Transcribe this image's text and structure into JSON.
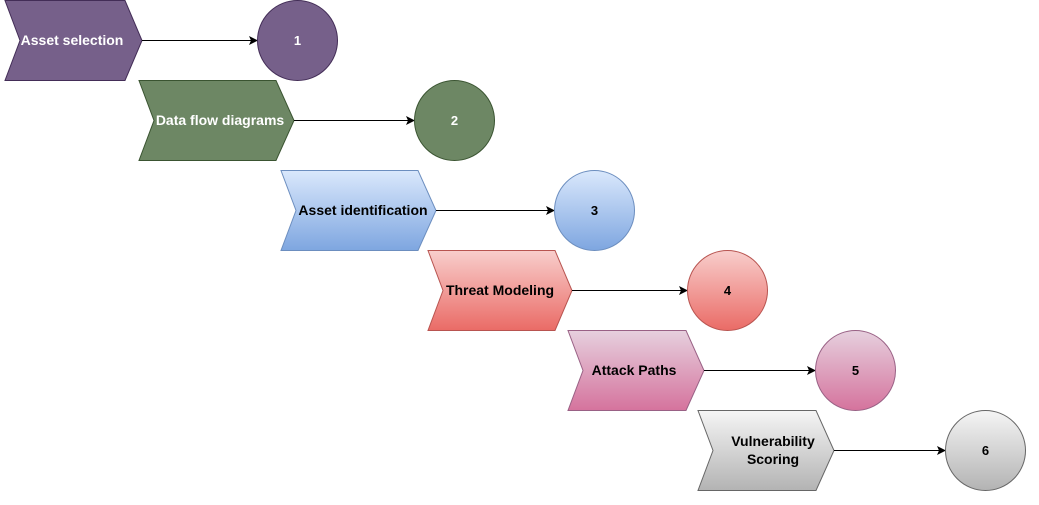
{
  "steps": [
    {
      "label": "Asset selection",
      "number": "1",
      "fill": "#76608a",
      "fill_top": "#76608a",
      "stroke": "#432d57",
      "text_color": "#ffffff"
    },
    {
      "label": "Data flow diagrams",
      "number": "2",
      "fill": "#6d8764",
      "fill_top": "#6d8764",
      "stroke": "#3a5431",
      "text_color": "#ffffff"
    },
    {
      "label": "Asset identification",
      "number": "3",
      "fill": "#7ea6e0",
      "fill_top": "#dae8fc",
      "stroke": "#6c8ebf",
      "text_color": "#000000"
    },
    {
      "label": "Threat Modeling",
      "number": "4",
      "fill": "#ea6b66",
      "fill_top": "#f8cecc",
      "stroke": "#b85450",
      "text_color": "#000000"
    },
    {
      "label": "Attack Paths",
      "number": "5",
      "fill": "#d5739d",
      "fill_top": "#e6d0de",
      "stroke": "#996185",
      "text_color": "#000000"
    },
    {
      "label": "Vulnerability\nScoring",
      "number": "6",
      "fill": "#b3b3b3",
      "fill_top": "#f5f5f5",
      "stroke": "#666666",
      "text_color": "#000000"
    }
  ]
}
